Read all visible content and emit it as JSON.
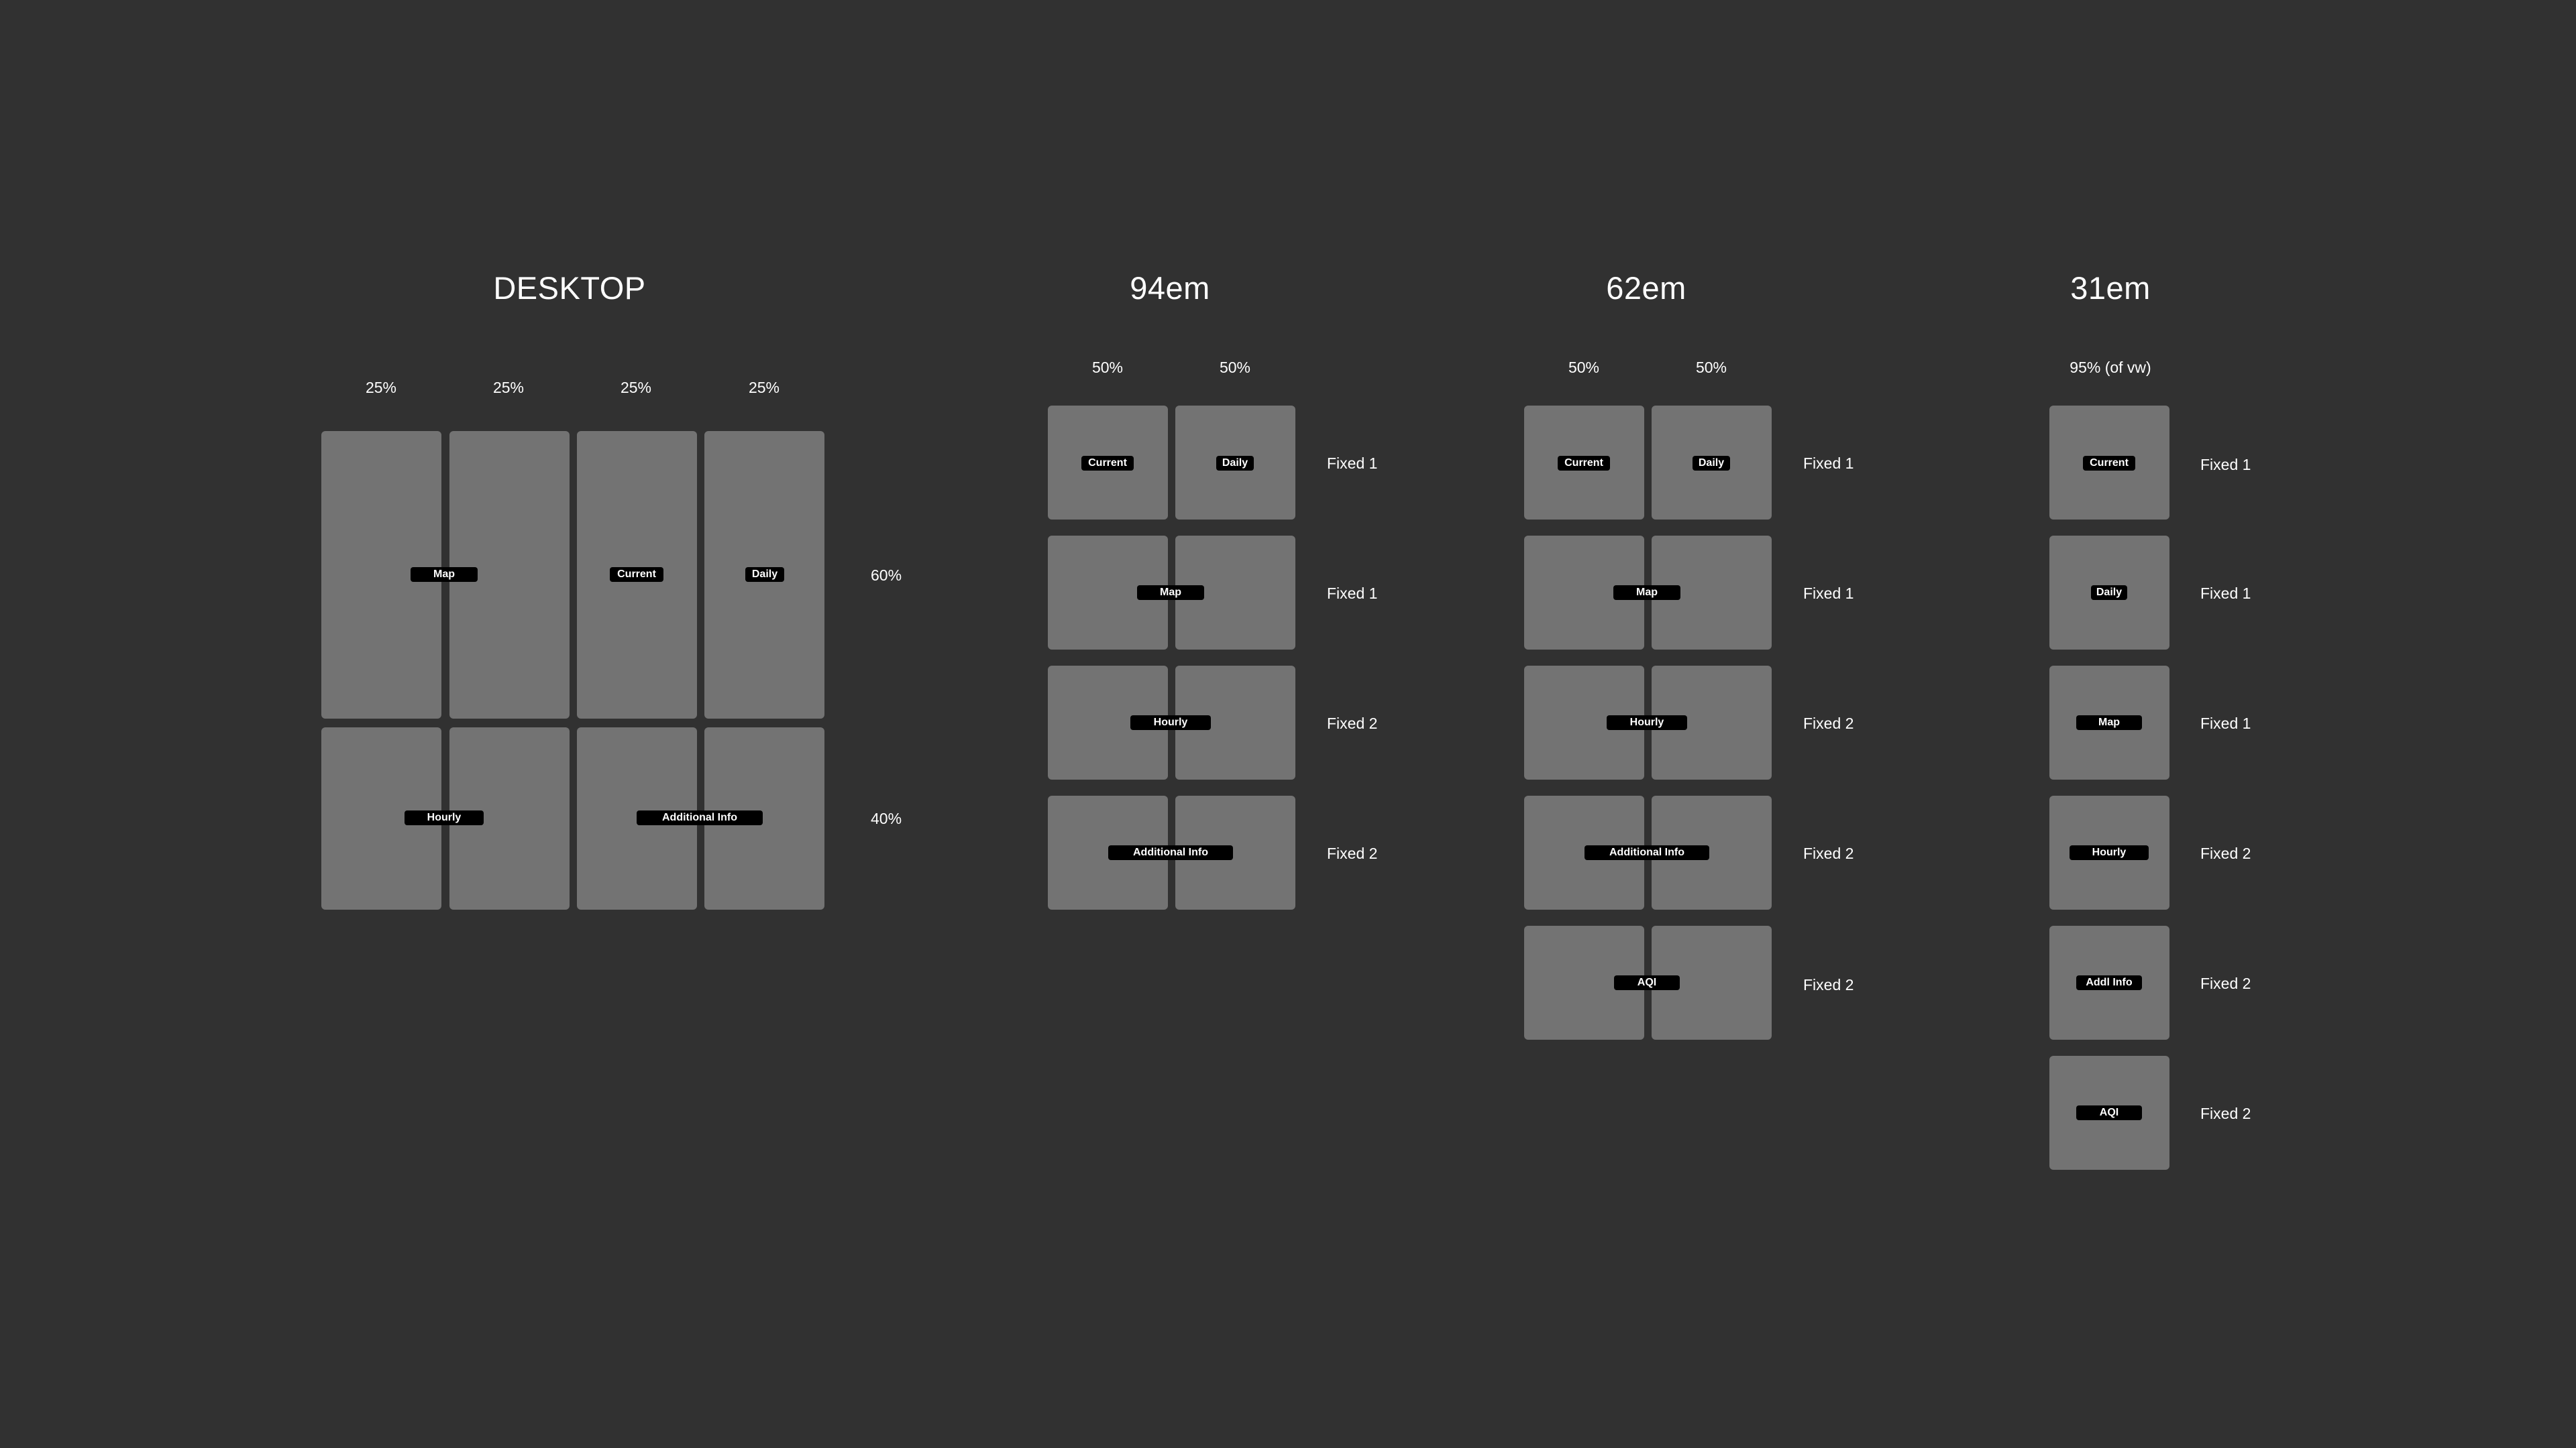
{
  "desktop": {
    "title": "DESKTOP",
    "columns": [
      "25%",
      "25%",
      "25%",
      "25%"
    ],
    "rows": [
      "60%",
      "40%"
    ],
    "blocks": {
      "map": "Map",
      "current": "Current",
      "daily": "Daily",
      "hourly": "Hourly",
      "additional": "Additional Info"
    }
  },
  "em94": {
    "title": "94em",
    "columns": [
      "50%",
      "50%"
    ],
    "rows": [
      {
        "block": "",
        "label": "Fixed 1"
      },
      {
        "block": "Map",
        "label": "Fixed 1"
      },
      {
        "block": "Hourly",
        "label": "Fixed 2"
      },
      {
        "block": "Additional Info",
        "label": "Fixed 2"
      }
    ],
    "first_row": {
      "left": "Current",
      "right": "Daily"
    }
  },
  "em62": {
    "title": "62em",
    "columns": [
      "50%",
      "50%"
    ],
    "rows": [
      {
        "block": "",
        "label": "Fixed 1"
      },
      {
        "block": "Map",
        "label": "Fixed 1"
      },
      {
        "block": "Hourly",
        "label": "Fixed 2"
      },
      {
        "block": "Additional Info",
        "label": "Fixed 2"
      },
      {
        "block": "AQI",
        "label": "Fixed 2"
      }
    ],
    "first_row": {
      "left": "Current",
      "right": "Daily"
    }
  },
  "em31": {
    "title": "31em",
    "column": "95% (of vw)",
    "rows": [
      {
        "block": "Current",
        "label": "Fixed 1"
      },
      {
        "block": "Daily",
        "label": "Fixed 1"
      },
      {
        "block": "Map",
        "label": "Fixed 1"
      },
      {
        "block": "Hourly",
        "label": "Fixed 2"
      },
      {
        "block": "Addl Info",
        "label": "Fixed 2"
      },
      {
        "block": "AQI",
        "label": "Fixed 2"
      }
    ]
  }
}
